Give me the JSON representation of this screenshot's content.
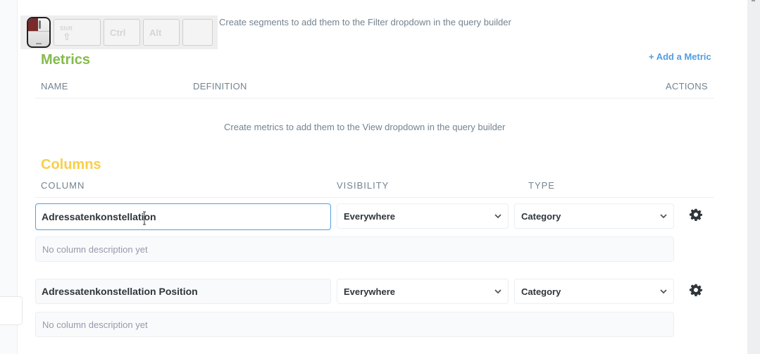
{
  "key_overlay": {
    "keys": [
      "Shift",
      "Ctrl",
      "Alt",
      ""
    ],
    "shift_symbol": "⇧"
  },
  "segments": {
    "empty_text": "Create segments to add them to the Filter dropdown in the query builder"
  },
  "metrics": {
    "title": "Metrics",
    "add_label": "+ Add a Metric",
    "headers": {
      "name": "NAME",
      "definition": "DEFINITION",
      "actions": "ACTIONS"
    },
    "empty_text": "Create metrics to add them to the View dropdown in the query builder"
  },
  "columns": {
    "title": "Columns",
    "headers": {
      "column": "COLUMN",
      "visibility": "VISIBILITY",
      "type": "TYPE"
    },
    "rows": [
      {
        "name": "Adressatenkonstellation",
        "description_placeholder": "No column description yet",
        "visibility": "Everywhere",
        "type": "Category",
        "focused": true
      },
      {
        "name": "Adressatenkonstellation Position",
        "description_placeholder": "No column description yet",
        "visibility": "Everywhere",
        "type": "Category",
        "focused": false
      }
    ]
  },
  "colors": {
    "metrics_accent": "#84bb4c",
    "columns_accent": "#f9cf48",
    "link": "#509ee3",
    "muted_text": "#74838f"
  }
}
